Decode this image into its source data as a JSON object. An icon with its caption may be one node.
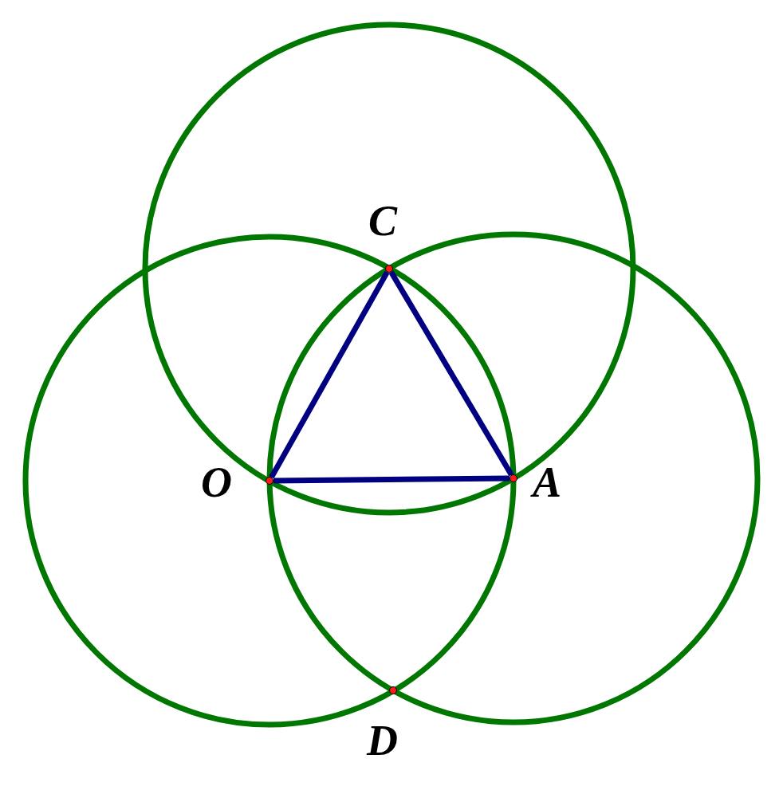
{
  "diagram": {
    "nodes": [
      {
        "text": [],
        "shape": "circle",
        "beside": [
          "C"
        ]
      },
      {
        "text": [],
        "shape": "circle",
        "beside": [
          "O"
        ]
      },
      {
        "text": [],
        "shape": "circle",
        "beside": [
          "A"
        ]
      },
      {
        "text": [],
        "shape": "circle",
        "beside": [
          "D"
        ]
      }
    ],
    "edges": [
      {
        "from": 1,
        "to": 0,
        "arrow": "none"
      },
      {
        "from": 0,
        "to": 2,
        "arrow": "none"
      },
      {
        "from": 1,
        "to": 2,
        "arrow": "none"
      }
    ]
  }
}
